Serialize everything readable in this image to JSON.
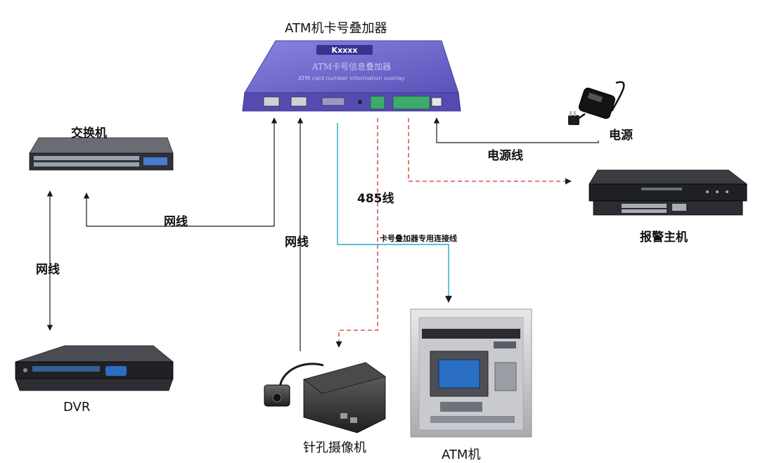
{
  "devices": {
    "overlay": {
      "title": "ATM机卡号叠加器",
      "brand": "Kxxxx",
      "face_cn": "ATM卡号信息叠加器",
      "face_en": "ATM card number information overlay"
    },
    "switch": {
      "label": "交换机"
    },
    "power": {
      "label": "电源"
    },
    "alarm_host": {
      "label": "报警主机"
    },
    "dvr": {
      "label": "DVR"
    },
    "pinhole_camera": {
      "label": "针孔摄像机"
    },
    "atm": {
      "label": "ATM机"
    }
  },
  "connections": {
    "switch_to_overlay": "网线",
    "switch_to_dvr": "网线",
    "camera_to_overlay": "网线",
    "power_line": "电源线",
    "rs485": "485线",
    "atm_special": "卡号叠加器专用连接线"
  },
  "colors": {
    "overlay_body": "#6a63c6",
    "network_line": "#1a1a1a",
    "rs485_line": "#d9302a",
    "atm_line": "#2aa7cf"
  }
}
